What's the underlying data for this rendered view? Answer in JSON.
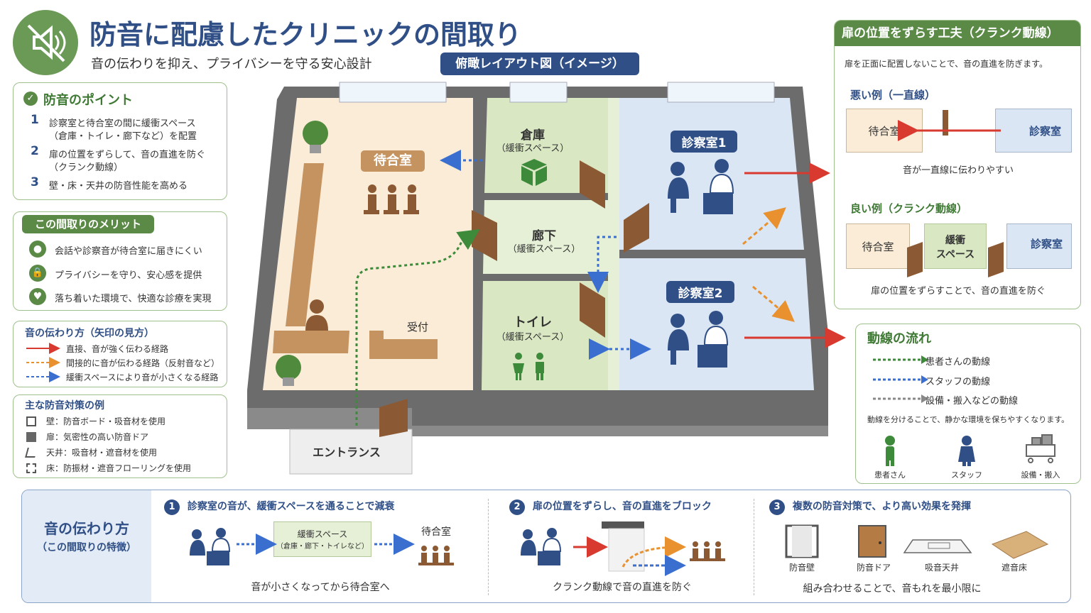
{
  "header": {
    "title": "防音に配慮したクリニックの間取り",
    "subtitle": "音の伝わりを抑え、プライバシーを守る安心設計",
    "layout_tag": "俯瞰レイアウト図（イメージ）"
  },
  "points": {
    "title": "防音のポイント",
    "items": [
      {
        "num": "1",
        "line1": "診察室と待合室の間に緩衝スペース",
        "line2": "（倉庫・トイレ・廊下など）を配置"
      },
      {
        "num": "2",
        "line1": "扉の位置をずらして、音の直進を防ぐ",
        "line2": "（クランク動線）"
      },
      {
        "num": "3",
        "line1": "壁・床・天井の防音性能を高める",
        "line2": ""
      }
    ]
  },
  "merits": {
    "title": "この間取りのメリット",
    "items": [
      "会話や診察音が待合室に届きにくい",
      "プライバシーを守り、安心感を提供",
      "落ち着いた環境で、快適な診療を実現"
    ]
  },
  "legend": {
    "title": "音の伝わり方（矢印の見方）",
    "items": [
      "直接、音が強く伝わる経路",
      "間接的に音が伝わる経路（反射音など）",
      "緩衝スペースにより音が小さくなる経路"
    ],
    "colors": [
      "#d93a2f",
      "#e8912e",
      "#3a6fd0"
    ]
  },
  "measures": {
    "title": "主な防音対策の例",
    "items": [
      "壁：防音ボード・吸音材を使用",
      "扉：気密性の高い防音ドア",
      "天井：吸音材・遮音材を使用",
      "床：防振材・遮音フローリングを使用"
    ]
  },
  "floor": {
    "waiting": "待合室",
    "storage": "倉庫",
    "storage_sub": "（緩衝スペース）",
    "corridor": "廊下",
    "corridor_sub": "（緩衝スペース）",
    "toilet": "トイレ",
    "toilet_sub": "（緩衝スペース）",
    "exam1": "診察室1",
    "exam2": "診察室2",
    "reception": "受付",
    "entrance": "エントランス"
  },
  "crank": {
    "title": "扉の位置をずらす工夫（クランク動線）",
    "desc": "扉を正面に配置しないことで、音の直進を防ぎます。",
    "bad_title": "悪い例（一直線）",
    "bad_waiting": "待合室",
    "bad_exam": "診察室",
    "bad_caption": "音が一直線に伝わりやすい",
    "good_title": "良い例（クランク動線）",
    "good_waiting": "待合室",
    "good_buffer1": "緩衝",
    "good_buffer2": "スペース",
    "good_exam": "診察室",
    "good_caption": "扉の位置をずらすことで、音の直進を防ぐ"
  },
  "flow": {
    "title": "動線の流れ",
    "items": [
      "患者さんの動線",
      "スタッフの動線",
      "設備・搬入などの動線"
    ],
    "colors": [
      "#3c8a3a",
      "#3a6fd0",
      "#888888"
    ],
    "note": "動線を分けることで、静かな環境を保ちやすくなります。",
    "people": [
      "患者さん",
      "スタッフ",
      "設備・搬入"
    ]
  },
  "bottom": {
    "title": "音の伝わり方",
    "title_sub": "（この間取りの特徴）",
    "sec1_num": "1",
    "sec1_title": "診察室の音が、緩衝スペースを通ることで減衰",
    "sec1_box1": "緩衝スペース",
    "sec1_box2": "（倉庫・廊下・トイレなど）",
    "sec1_waiting": "待合室",
    "sec1_caption": "音が小さくなってから待合室へ",
    "sec2_num": "2",
    "sec2_title": "扉の位置をずらし、音の直進をブロック",
    "sec2_caption": "クランク動線で音の直進を防ぐ",
    "sec3_num": "3",
    "sec3_title": "複数の防音対策で、より高い効果を発揮",
    "sec3_items": [
      "防音壁",
      "防音ドア",
      "吸音天井",
      "遮音床"
    ],
    "sec3_caption": "組み合わせることで、音もれを最小限に"
  }
}
